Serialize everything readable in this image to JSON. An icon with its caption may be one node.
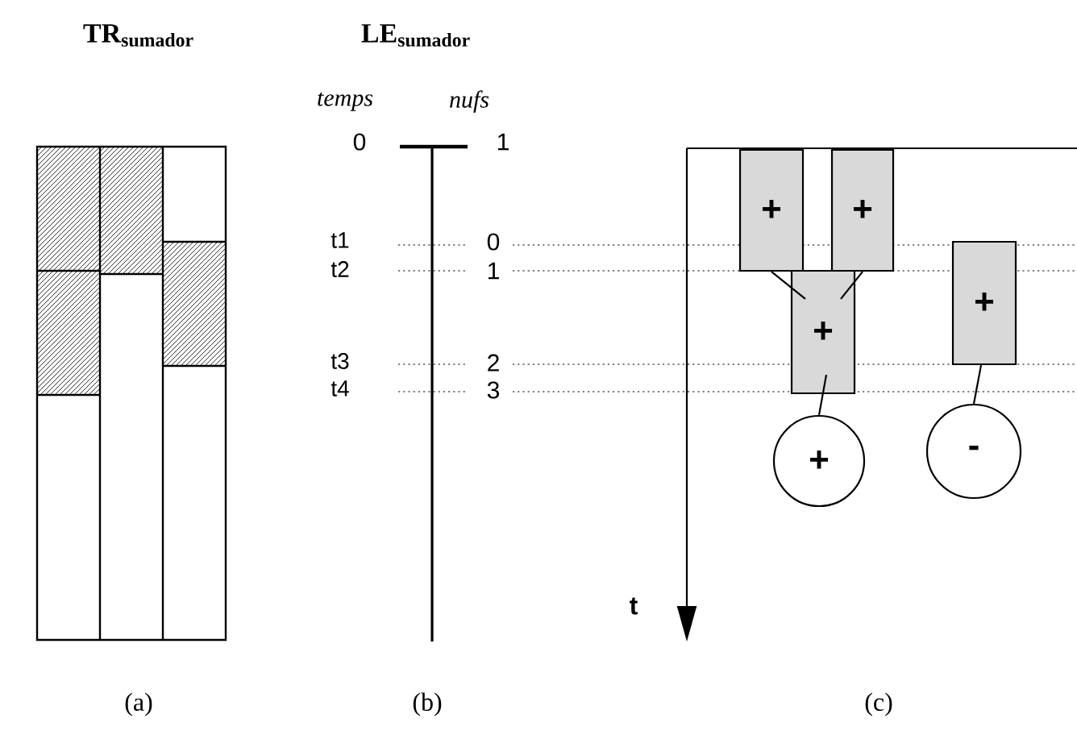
{
  "diagram": {
    "nodes": [
      {
        "text": [
          "+"
        ]
      },
      {
        "text": [
          "+"
        ]
      },
      {
        "text": [
          "+"
        ]
      },
      {
        "text": [
          "+"
        ]
      },
      {
        "text": [
          "+"
        ]
      },
      {
        "text": [
          "-"
        ]
      }
    ],
    "edges": [
      {
        "from": 0,
        "to": 2,
        "arrow": "none"
      },
      {
        "from": 1,
        "to": 2,
        "arrow": "none"
      },
      {
        "from": 2,
        "to": 4,
        "arrow": "none"
      },
      {
        "from": 3,
        "to": 5,
        "arrow": "none"
      }
    ],
    "labels": [
      "TR$_{sumador}$",
      "LE$_{sumador}$",
      "temps",
      "nufs",
      "0",
      "1",
      "t1",
      "0",
      "t2",
      "1",
      "t3",
      "2",
      "t4",
      "3",
      "t",
      "(a)",
      "(b)",
      "(c)"
    ]
  }
}
